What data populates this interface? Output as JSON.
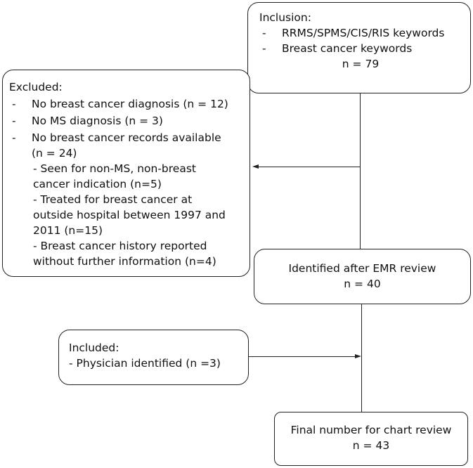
{
  "inclusion": {
    "title": "Inclusion:",
    "items": [
      {
        "marker": "-",
        "text": "RRMS/SPMS/CIS/RIS keywords"
      },
      {
        "marker": "-",
        "text": "Breast cancer keywords"
      }
    ],
    "count": "n = 79"
  },
  "excluded": {
    "title": "Excluded:",
    "items": [
      {
        "marker": "-",
        "text": "No breast cancer diagnosis (n = 12)"
      },
      {
        "marker": "-",
        "text": "No MS diagnosis (n = 3)"
      },
      {
        "marker": "-",
        "text": "No breast cancer records available"
      }
    ],
    "records_count": "(n = 24)",
    "subitems": [
      "- Seen for non-MS, non-breast cancer indication (n=5)",
      "- Treated for breast cancer at outside hospital between 1997 and 2011 (n=15)",
      "- Breast cancer history reported without further information (n=4)"
    ]
  },
  "identified": {
    "title": "Identified after EMR review",
    "count": "n = 40"
  },
  "included": {
    "title": "Included:",
    "item": "- Physician identified (n =3)"
  },
  "final": {
    "title": "Final number for chart review",
    "count": "n = 43"
  }
}
